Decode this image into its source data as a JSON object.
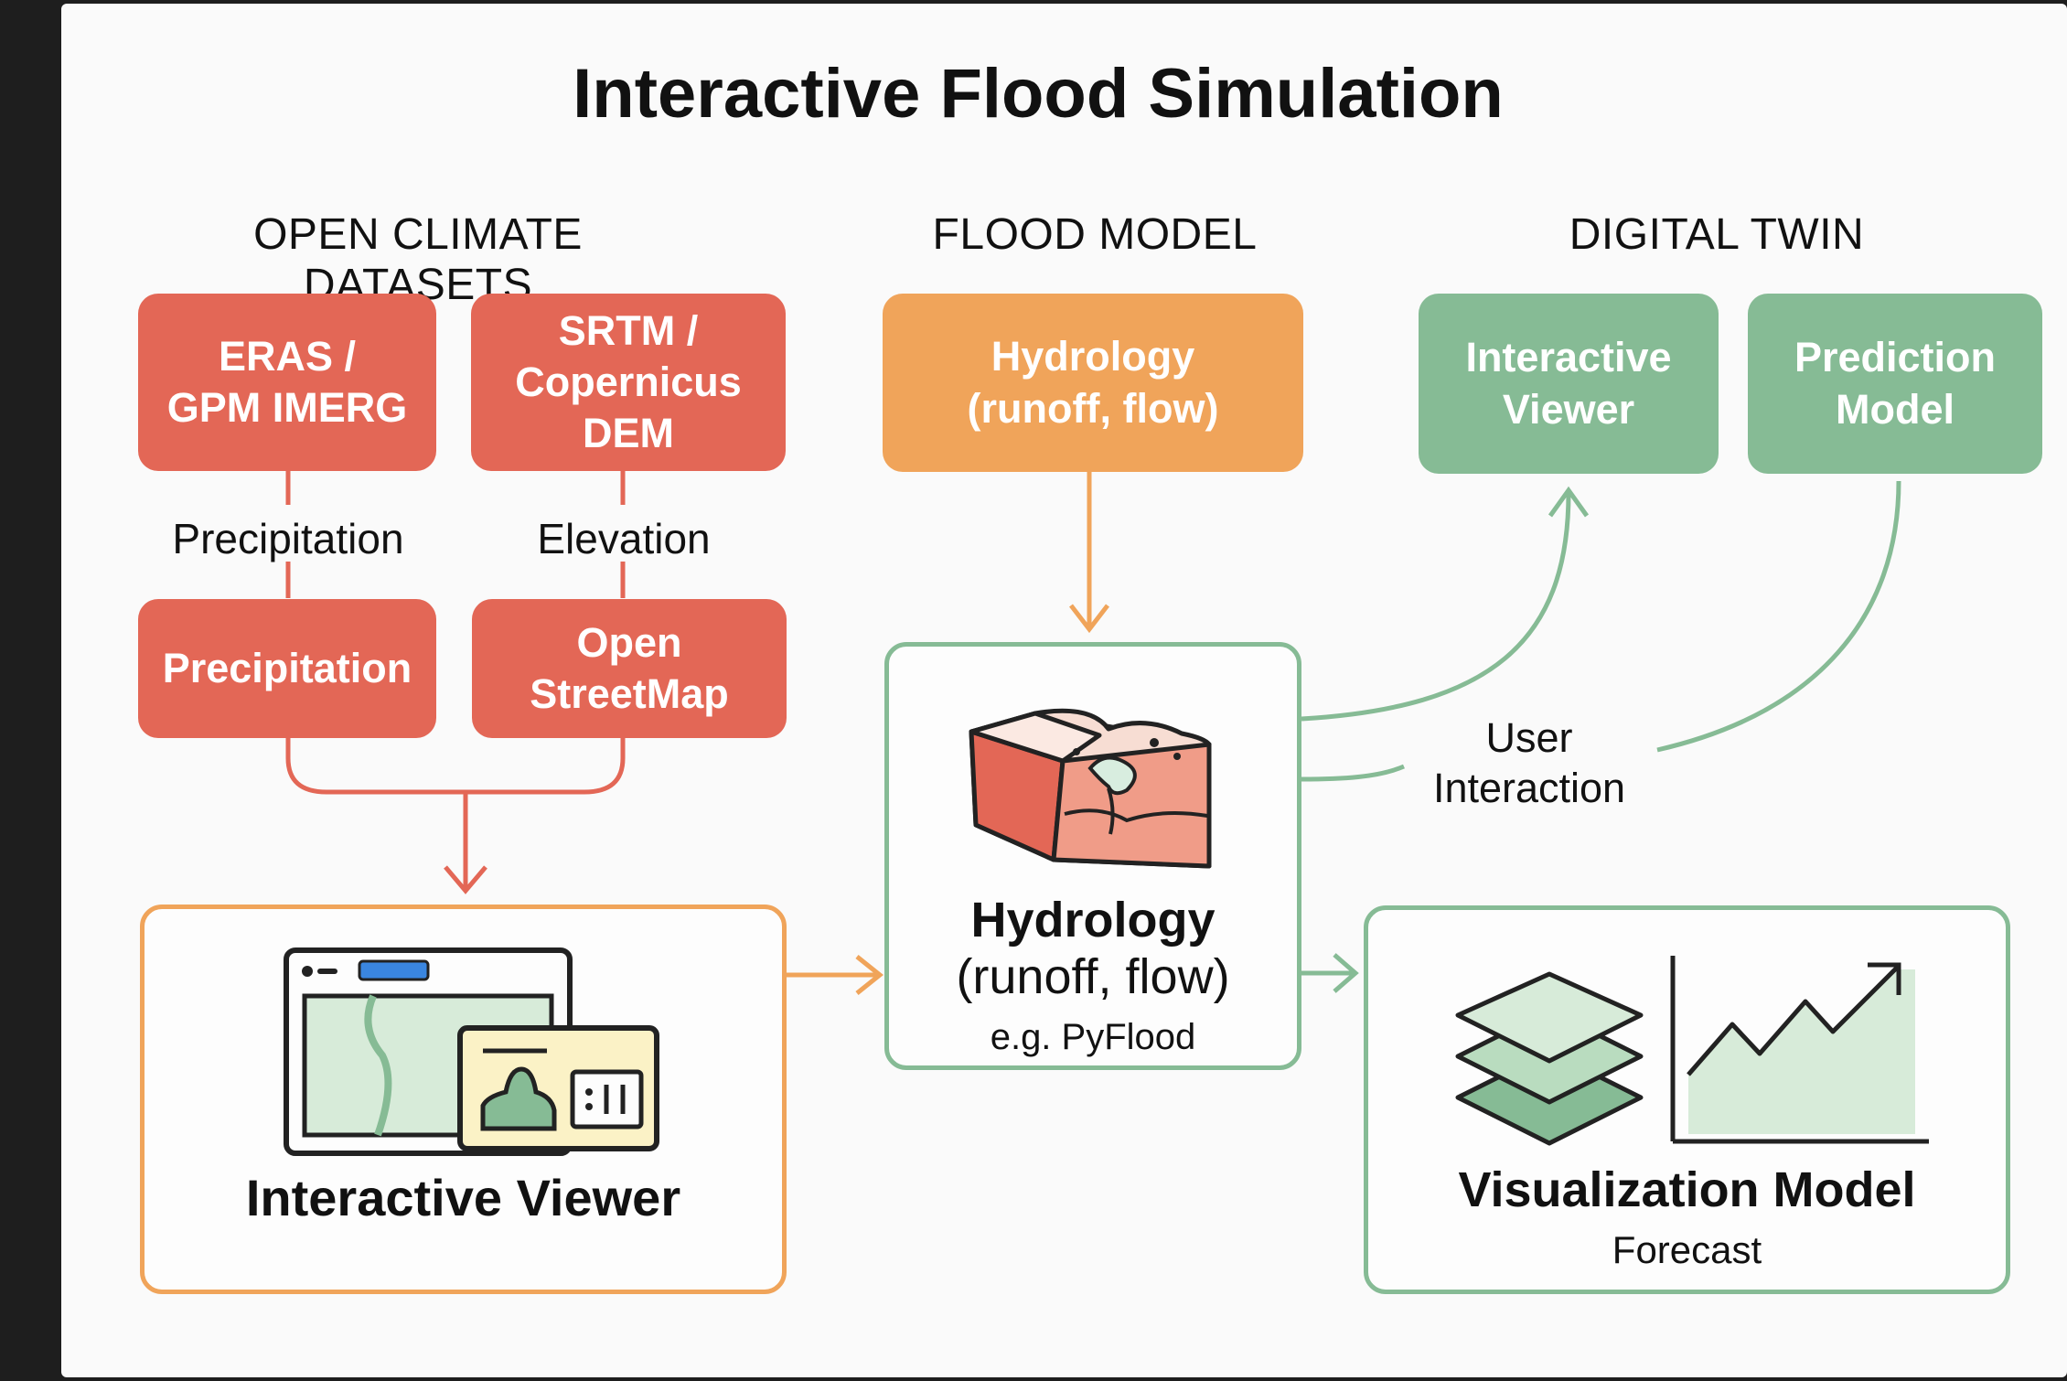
{
  "title": "Interactive Flood Simulation",
  "sections": {
    "datasets": "OPEN CLIMATE DATASETS",
    "model": "FLOOD MODEL",
    "twin": "DIGITAL TWIN"
  },
  "datasets": {
    "era": "ERAS /\nGPM IMERG",
    "srtm": "SRTM /\nCopernicus\nDEM",
    "precip_label": "Precipitation",
    "elev_label": "Elevation",
    "precip_box": "Precipitation",
    "osm": "Open\nStreetMap"
  },
  "model": {
    "hydrology_box": "Hydrology\n(runoff, flow)",
    "hydrology_title": "Hydrology",
    "hydrology_sub": "(runoff, flow)",
    "example": "e.g. PyFlood"
  },
  "twin": {
    "viewer_box": "Interactive\nViewer",
    "prediction_box": "Prediction\nModel",
    "user_interaction": "User\nInteraction"
  },
  "viewer_panel": {
    "label": "Interactive Viewer"
  },
  "visualization_panel": {
    "title": "Visualization Model",
    "sub": "Forecast"
  },
  "colors": {
    "red": "#e36756",
    "orange": "#f0a45a",
    "green": "#86bb95",
    "outline_orange": "#f0a45a",
    "outline_green": "#86bb95"
  },
  "icons": [
    "terrain-block-icon",
    "viewer-window-icon",
    "layers-icon",
    "growth-chart-icon"
  ]
}
